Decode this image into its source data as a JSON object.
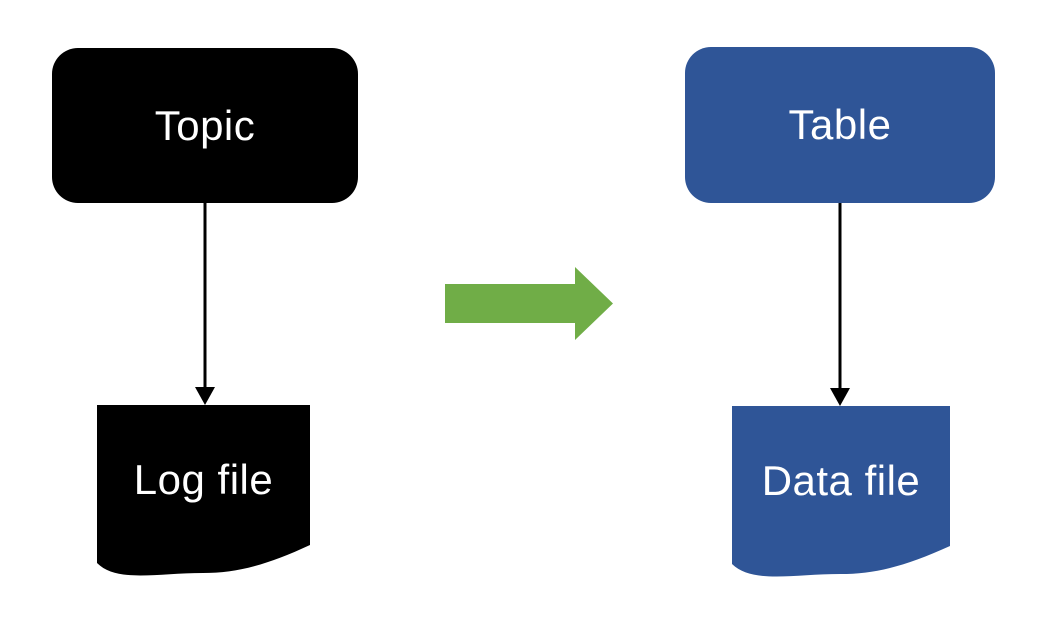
{
  "canvas": {
    "background": "#ffffff"
  },
  "shapes": {
    "topic": {
      "label": "Topic",
      "type": "rounded-rectangle",
      "fill": "#000000",
      "text_color": "#ffffff"
    },
    "log_file": {
      "label": "Log file",
      "type": "document",
      "fill": "#000000",
      "text_color": "#ffffff"
    },
    "table": {
      "label": "Table",
      "type": "rounded-rectangle",
      "fill": "#2F5597",
      "text_color": "#ffffff"
    },
    "data_file": {
      "label": "Data file",
      "type": "document",
      "fill": "#2F5597",
      "text_color": "#ffffff"
    }
  },
  "connectors": {
    "color": "#000000"
  },
  "transform_arrow": {
    "color": "#70AD47",
    "direction": "right"
  }
}
